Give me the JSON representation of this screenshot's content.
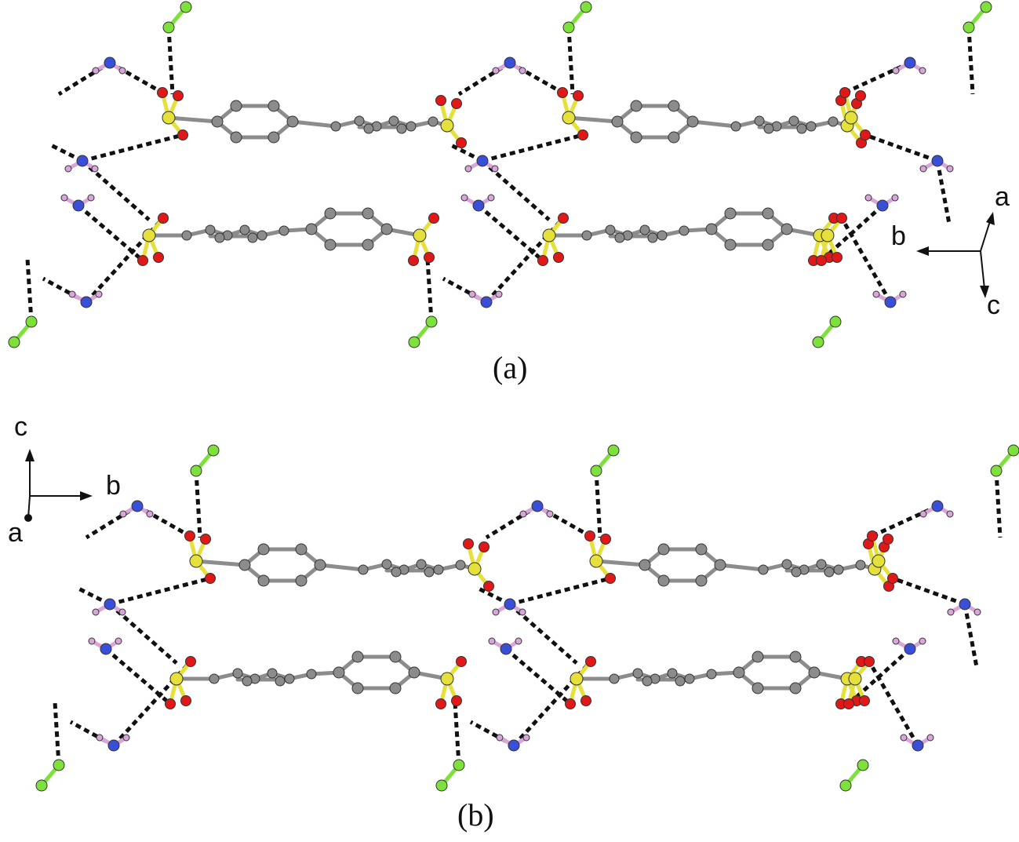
{
  "panels": [
    {
      "label": "(a)",
      "axes": {
        "labels": [
          "a",
          "b",
          "c"
        ]
      }
    },
    {
      "label": "(b)",
      "axes": {
        "labels": [
          "c",
          "b",
          "a"
        ]
      }
    }
  ],
  "colors": {
    "background": "#ffffff",
    "carbon": "#8c8c8c",
    "sulfur": "#e6e03a",
    "oxygen": "#e01818",
    "nitrogen": "#3a4fd8",
    "hydrogen": "#d9a6d9",
    "chlorine": "#7ee03a",
    "hbond": "#111111"
  }
}
